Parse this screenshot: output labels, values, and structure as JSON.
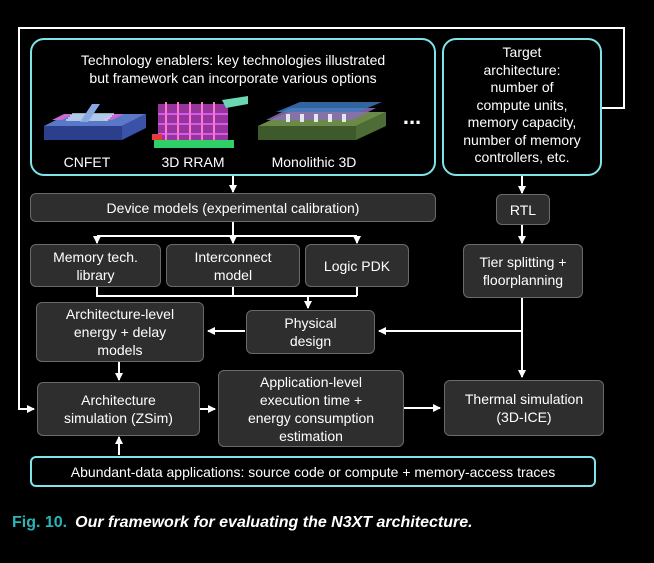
{
  "tech_box": {
    "title": "Technology enablers: key technologies illustrated\nbut framework can incorporate various options",
    "items": [
      "CNFET",
      "3D RRAM",
      "Monolithic 3D"
    ],
    "ellipsis": "..."
  },
  "target_box": {
    "text": "Target\narchitecture:\nnumber of\ncompute units,\nmemory capacity,\nnumber of memory\ncontrollers, etc."
  },
  "boxes": {
    "device_models": "Device models (experimental calibration)",
    "rtl": "RTL",
    "memory_lib": "Memory tech.\nlibrary",
    "interconnect": "Interconnect\nmodel",
    "logic_pdk": "Logic PDK",
    "tier_split": "Tier splitting +\nfloorplanning",
    "arch_energy": "Architecture-level\nenergy + delay\nmodels",
    "physical_design": "Physical\ndesign",
    "arch_sim": "Architecture\nsimulation (ZSim)",
    "app_level": "Application-level\nexecution time +\nenergy consumption\nestimation",
    "thermal": "Thermal simulation\n(3D-ICE)"
  },
  "apps_box": "Abundant-data applications: source code or compute + memory-access traces",
  "caption": {
    "fig": "Fig. 10.",
    "text": "Our framework for evaluating the N3XT architecture."
  }
}
